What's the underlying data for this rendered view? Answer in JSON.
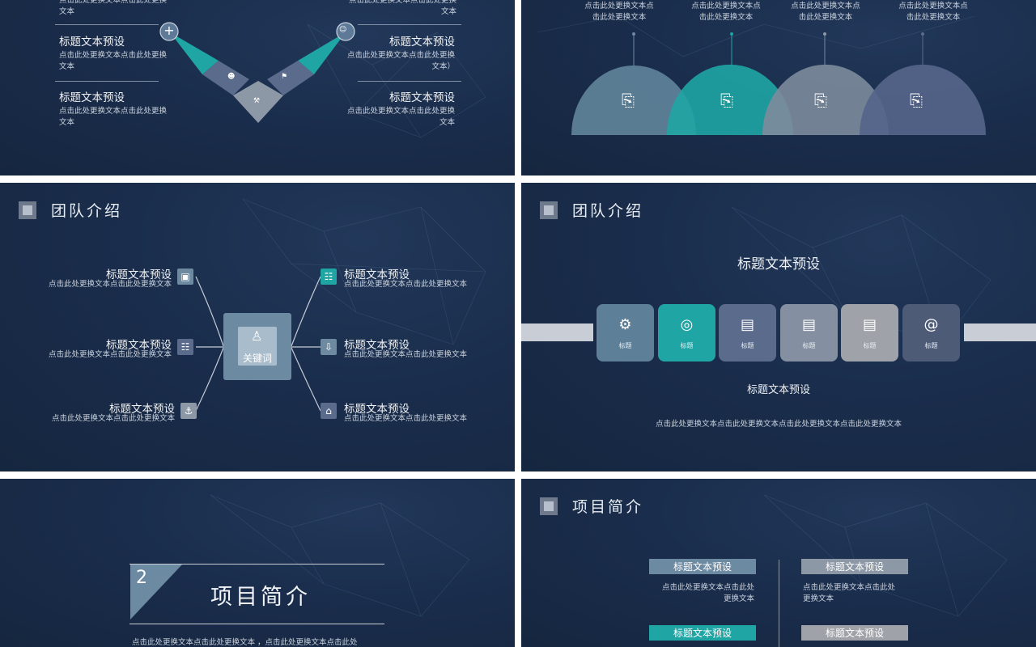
{
  "colors": {
    "background": "#1b2e4d",
    "teal": "#1fa5a4",
    "slate": "#6e8aa0",
    "gray": "#8d98a6",
    "indigo": "#5b6b8c",
    "light": "#c7cdd6"
  },
  "slide1": {
    "left_items": [
      {
        "title": "",
        "body": "点击此处更换文本点击此处更换文本"
      },
      {
        "title": "标题文本预设",
        "body": "点击此处更换文本点击此处更换文本"
      },
      {
        "title": "标题文本预设",
        "body": "点击此处更换文本点击此处更换文本"
      }
    ],
    "right_items": [
      {
        "title": "",
        "body": "点击此处更换文本点击此处更换文本"
      },
      {
        "title": "标题文本预设",
        "body": "点击此处更换文本点击此处更换文本）"
      },
      {
        "title": "标题文本预设",
        "body": "点击此处更换文本点击此处更换文本"
      }
    ],
    "icons": [
      "plus-icon",
      "user-add-icon",
      "users-add-icon",
      "flag-icon",
      "hammer-icon"
    ]
  },
  "slide2": {
    "captions": [
      "点击此处更换文本点击此处更换文本",
      "点击此处更换文本点击此处更换文本",
      "点击此处更换文本点击此处更换文本",
      "点击此处更换文本点击此处更换文本"
    ],
    "icons": [
      "devices-icon",
      "devices-icon",
      "devices-icon",
      "devices-icon"
    ]
  },
  "slide3": {
    "section": "团队介绍",
    "center_label": "关键词",
    "left_items": [
      {
        "title": "标题文本预设",
        "body": "点击此处更换文本点击此处更换文本",
        "icon": "presentation-icon"
      },
      {
        "title": "标题文本预设",
        "body": "点击此处更换文本点击此处更换文本",
        "icon": "org-chart-icon"
      },
      {
        "title": "标题文本预设",
        "body": "点击此处更换文本点击此处更换文本",
        "icon": "anchor-icon"
      }
    ],
    "right_items": [
      {
        "title": "标题文本预设",
        "body": "点击此处更换文本点击此处更换文本",
        "icon": "cart-icon"
      },
      {
        "title": "标题文本预设",
        "body": "点击此处更换文本点击此处更换文本",
        "icon": "download-icon"
      },
      {
        "title": "标题文本预设",
        "body": "点击此处更换文本点击此处更换文本",
        "icon": "bank-icon"
      }
    ]
  },
  "slide4": {
    "section": "团队介绍",
    "heading": "标题文本预设",
    "cards": [
      {
        "label": "标题",
        "icon": "gear-icon"
      },
      {
        "label": "标题",
        "icon": "target-icon"
      },
      {
        "label": "标题",
        "icon": "document-icon"
      },
      {
        "label": "标题",
        "icon": "cabinet-icon"
      },
      {
        "label": "标题",
        "icon": "server-icon"
      },
      {
        "label": "标题",
        "icon": "email-icon"
      }
    ],
    "subheading": "标题文本预设",
    "body": "点击此处更换文本点击此处更换文本点击此处更换文本点击此处更换文本"
  },
  "slide5": {
    "number": "2",
    "title": "项目简介",
    "body": "点击此处更换文本点击此处更换文本 ，点击此处更换文本点击此处"
  },
  "slide6": {
    "section": "项目简介",
    "tags": [
      {
        "label": "标题文本预设",
        "body": "点击此处更换文本点击此处更换文本"
      },
      {
        "label": "标题文本预设",
        "body": "点击此处更换文本点击此处更换文本"
      },
      {
        "label": "标题文本预设",
        "body": ""
      },
      {
        "label": "标题文本预设",
        "body": ""
      }
    ]
  }
}
